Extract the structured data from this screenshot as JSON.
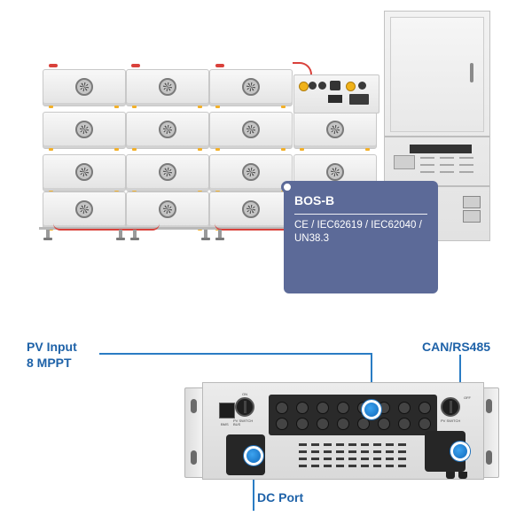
{
  "card": {
    "title": "BOS-B",
    "certifications": "CE / IEC62619 / IEC62040 / UN38.3",
    "background": "#5c6a98"
  },
  "callouts": {
    "pv_input_line1": "PV Input",
    "pv_input_line2": "8 MPPT",
    "can_rs485": "CAN/RS485",
    "dc_port": "DC Port",
    "accent_color": "#1e62a8"
  },
  "panel": {
    "pv_switch_left": "PV SWITCH",
    "pv_switch_right": "PV SWITCH",
    "knob_on": "ON",
    "knob_off": "OFF",
    "small_label_1": "BMS",
    "small_label_2": "BUS"
  },
  "icons": {
    "module_fan": "fan-grille-icon",
    "port_marker": "blue-dot-icon"
  }
}
